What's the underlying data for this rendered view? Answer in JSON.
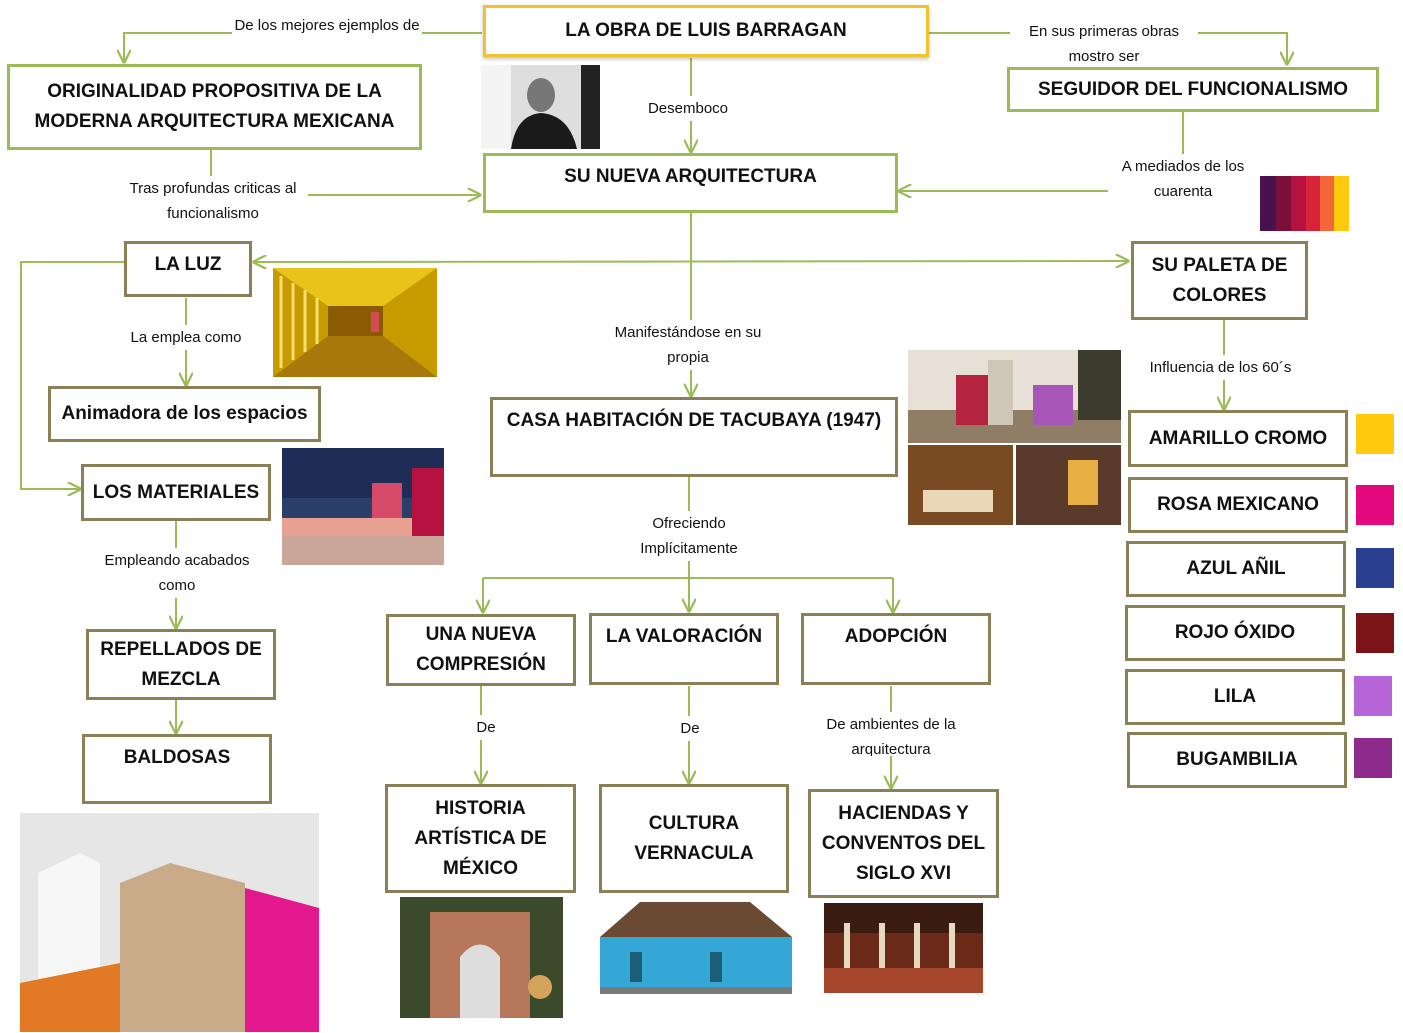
{
  "nodes": {
    "title": "LA OBRA DE LUIS BARRAGAN",
    "originalidad": "ORIGINALIDAD PROPOSITIVA DE LA MODERNA ARQUITECTURA MEXICANA",
    "seguidor": "SEGUIDOR DEL FUNCIONALISMO",
    "nueva_arq": "SU NUEVA ARQUITECTURA",
    "luz": "LA LUZ",
    "paleta": "SU PALETA DE COLORES",
    "animadora": "Animadora de los espacios",
    "casa": "CASA HABITACIÓN DE TACUBAYA (1947)",
    "materiales": "LOS MATERIALES",
    "repellados": "REPELLADOS DE MEZCLA",
    "baldosas": "BALDOSAS",
    "una_nueva": "UNA NUEVA COMPRESIÓN",
    "valoracion": "LA VALORACIÓN",
    "adopcion": "ADOPCIÓN",
    "historia": "HISTORIA ARTÍSTICA DE MÉXICO",
    "cultura": "CULTURA VERNACULA",
    "haciendas": "HACIENDAS Y CONVENTOS DEL SIGLO XVI"
  },
  "links": {
    "mejores": "De los mejores ejemplos de",
    "primeras": "En sus primeras obras mostro ser",
    "desemboco": "Desemboco",
    "tras": "Tras profundas criticas al funcionalismo",
    "mediados": "A mediados de los cuarenta",
    "emplea": "La emplea como",
    "manifestandose": "Manifestándose en su propia",
    "influencia": "Influencia de los 60´s",
    "ofreciendo": "Ofreciendo Implícitamente",
    "empleando": "Empleando acabados como",
    "de1": "De",
    "de2": "De",
    "ambientes": "De ambientes de la arquitectura"
  },
  "colors": [
    {
      "name": "AMARILLO CROMO",
      "hex": "#ffc90e"
    },
    {
      "name": "ROSA MEXICANO",
      "hex": "#e5097f"
    },
    {
      "name": "AZUL AÑIL",
      "hex": "#2a3f8f"
    },
    {
      "name": "ROJO ÓXIDO",
      "hex": "#7a1416"
    },
    {
      "name": "LILA",
      "hex": "#b565d8"
    },
    {
      "name": "BUGAMBILIA",
      "hex": "#8e2a8c"
    }
  ],
  "theme": {
    "box_border": "#8a7f55",
    "connector": "#9bbb59",
    "title_border": "#f2c12e"
  }
}
